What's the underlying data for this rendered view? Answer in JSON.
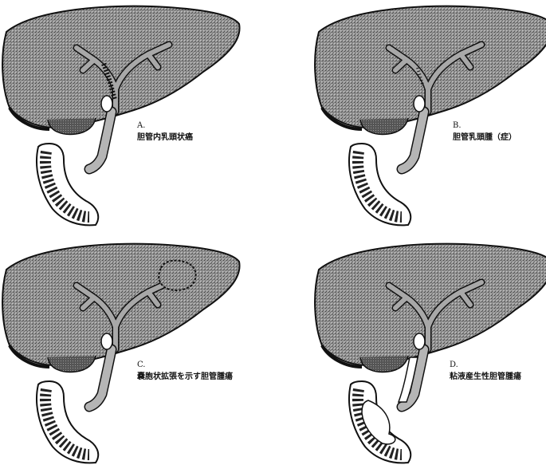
{
  "figure": {
    "panels": [
      {
        "letter": "A.",
        "caption": "胆管内乳頭状癌",
        "variant": "intraductal"
      },
      {
        "letter": "B.",
        "caption": "胆管乳頭腫（症）",
        "variant": "papillomatosis"
      },
      {
        "letter": "C.",
        "caption": "嚢胞状拡張を示す胆管腫瘍",
        "variant": "cystic"
      },
      {
        "letter": "D.",
        "caption": "粘液産生性胆管腫瘍",
        "variant": "mucin"
      }
    ]
  }
}
